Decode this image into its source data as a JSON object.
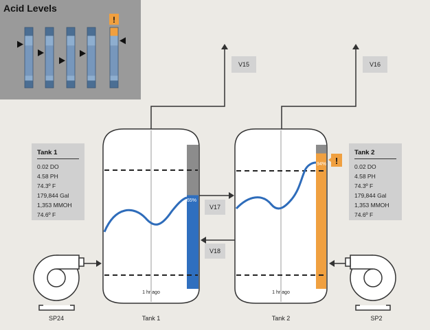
{
  "acid_levels": {
    "title": "Acid Levels",
    "levels": [
      0.72,
      0.58,
      0.45,
      0.57,
      0.78
    ],
    "alert_index": 4,
    "alert_symbol": "!"
  },
  "colors": {
    "tank1_fill": "#2f6fbf",
    "tank2_fill": "#f0a040",
    "trend": "#2e6cba",
    "alert": "#f0a040",
    "pipe": "#333333"
  },
  "tank1_panel": {
    "title": "Tank 1",
    "rows": [
      "0.02 DO",
      "4.58 PH",
      "74.3º F",
      "179,844 Gal",
      "1,353 MMOH",
      "74.6º F"
    ]
  },
  "tank2_panel": {
    "title": "Tank 2",
    "rows": [
      "0.02 DO",
      "4.58 PH",
      "74.3º F",
      "179,844 Gal",
      "1,353 MMOH",
      "74.6º F"
    ]
  },
  "tank1": {
    "name": "Tank 1",
    "level_label": "65%",
    "level": 0.65,
    "time_label": "1 hr ago"
  },
  "tank2": {
    "name": "Tank 2",
    "level_label": "94%",
    "level": 0.94,
    "time_label": "1 hr ago",
    "alert_symbol": "!"
  },
  "valves": {
    "v15": "V15",
    "v16": "V16",
    "v17": "V17",
    "v18": "V18"
  },
  "pumps": {
    "left": "SP24",
    "right": "SP2"
  }
}
